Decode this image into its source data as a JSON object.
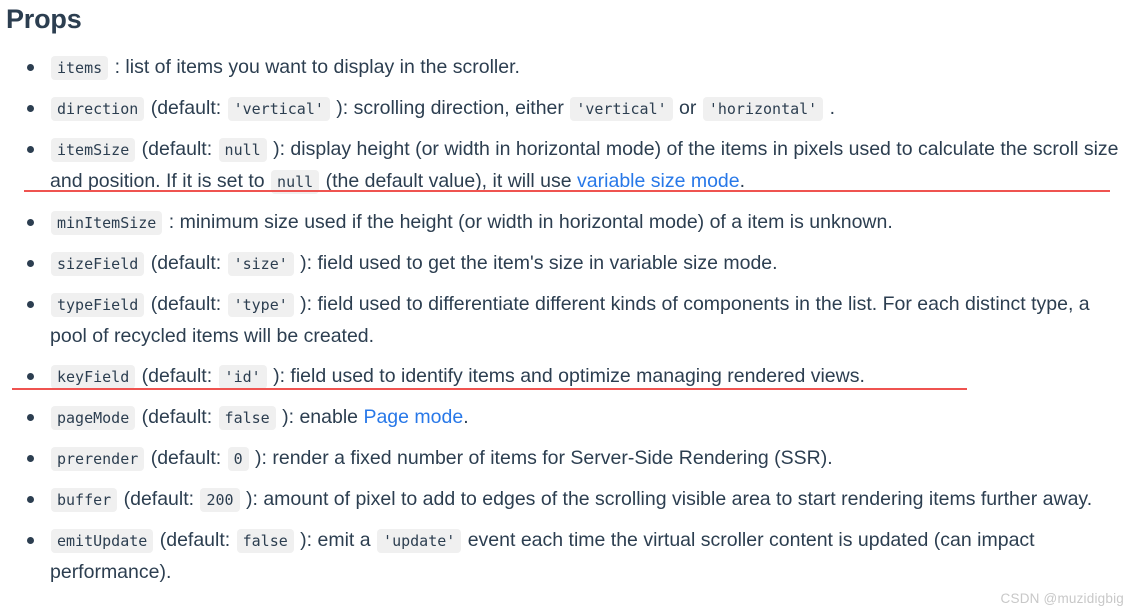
{
  "document": {
    "heading": "Props",
    "link_color": "#2878e8",
    "annotation_color": "#ef5350",
    "chip_background": "#f0f0f0",
    "text_color": "#2c3e50"
  },
  "props": [
    {
      "name": "items",
      "segments": [
        {
          "type": "code",
          "text": "items"
        },
        {
          "type": "text",
          "text": " : list of items you want to display in the scroller."
        }
      ]
    },
    {
      "name": "direction",
      "segments": [
        {
          "type": "code",
          "text": "direction"
        },
        {
          "type": "text",
          "text": " (default: "
        },
        {
          "type": "code",
          "text": "'vertical'"
        },
        {
          "type": "text",
          "text": " ): scrolling direction, either "
        },
        {
          "type": "code",
          "text": "'vertical'"
        },
        {
          "type": "text",
          "text": " or "
        },
        {
          "type": "code",
          "text": "'horizontal'"
        },
        {
          "type": "text",
          "text": " ."
        }
      ]
    },
    {
      "name": "itemSize",
      "segments": [
        {
          "type": "code",
          "text": "itemSize"
        },
        {
          "type": "text",
          "text": " (default: "
        },
        {
          "type": "code",
          "text": "null"
        },
        {
          "type": "text",
          "text": " ): display height (or width in horizontal mode) of the items in pixels used to calculate the scroll size and position. If it is set to "
        },
        {
          "type": "code",
          "text": "null"
        },
        {
          "type": "text",
          "text": " (the default value), it will use "
        },
        {
          "type": "link",
          "text": "variable size mode"
        },
        {
          "type": "text",
          "text": "."
        }
      ]
    },
    {
      "name": "minItemSize",
      "segments": [
        {
          "type": "code",
          "text": "minItemSize"
        },
        {
          "type": "text",
          "text": " : minimum size used if the height (or width in horizontal mode) of a item is unknown."
        }
      ]
    },
    {
      "name": "sizeField",
      "segments": [
        {
          "type": "code",
          "text": "sizeField"
        },
        {
          "type": "text",
          "text": " (default: "
        },
        {
          "type": "code",
          "text": "'size'"
        },
        {
          "type": "text",
          "text": " ): field used to get the item's size in variable size mode."
        }
      ]
    },
    {
      "name": "typeField",
      "segments": [
        {
          "type": "code",
          "text": "typeField"
        },
        {
          "type": "text",
          "text": " (default: "
        },
        {
          "type": "code",
          "text": "'type'"
        },
        {
          "type": "text",
          "text": " ): field used to differentiate different kinds of components in the list. For each distinct type, a pool of recycled items will be created."
        }
      ]
    },
    {
      "name": "keyField",
      "segments": [
        {
          "type": "code",
          "text": "keyField"
        },
        {
          "type": "text",
          "text": " (default: "
        },
        {
          "type": "code",
          "text": "'id'"
        },
        {
          "type": "text",
          "text": " ): field used to identify items and optimize managing rendered views."
        }
      ]
    },
    {
      "name": "pageMode",
      "segments": [
        {
          "type": "code",
          "text": "pageMode"
        },
        {
          "type": "text",
          "text": " (default: "
        },
        {
          "type": "code",
          "text": "false"
        },
        {
          "type": "text",
          "text": " ): enable "
        },
        {
          "type": "link",
          "text": "Page mode"
        },
        {
          "type": "text",
          "text": "."
        }
      ]
    },
    {
      "name": "prerender",
      "segments": [
        {
          "type": "code",
          "text": "prerender"
        },
        {
          "type": "text",
          "text": " (default: "
        },
        {
          "type": "code",
          "text": "0"
        },
        {
          "type": "text",
          "text": " ): render a fixed number of items for Server-Side Rendering (SSR)."
        }
      ]
    },
    {
      "name": "buffer",
      "segments": [
        {
          "type": "code",
          "text": "buffer"
        },
        {
          "type": "text",
          "text": " (default: "
        },
        {
          "type": "code",
          "text": "200"
        },
        {
          "type": "text",
          "text": " ): amount of pixel to add to edges of the scrolling visible area to start rendering items further away."
        }
      ]
    },
    {
      "name": "emitUpdate",
      "segments": [
        {
          "type": "code",
          "text": "emitUpdate"
        },
        {
          "type": "text",
          "text": " (default: "
        },
        {
          "type": "code",
          "text": "false"
        },
        {
          "type": "text",
          "text": " ): emit a "
        },
        {
          "type": "code",
          "text": "'update'"
        },
        {
          "type": "text",
          "text": " event each time the virtual scroller content is updated (can impact performance)."
        }
      ]
    }
  ],
  "annotations": [
    {
      "name": "underline-itemsize",
      "target": "itemSize"
    },
    {
      "name": "underline-keyfield",
      "target": "keyField"
    }
  ],
  "watermark": {
    "text": "CSDN @muzidigbig"
  }
}
